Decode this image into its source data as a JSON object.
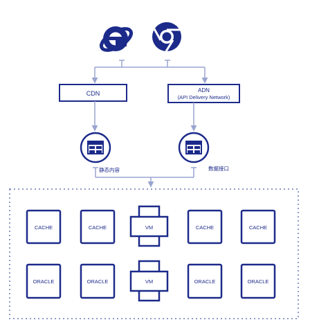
{
  "colors": {
    "primary": "#1c2a8a",
    "connector": "#9aa4d0",
    "dotted": "#8f99c8"
  },
  "browsers": [
    {
      "icon": "internet-explorer-icon"
    },
    {
      "icon": "chrome-icon"
    }
  ],
  "services": {
    "cdn": {
      "label": "CDN"
    },
    "adn": {
      "line1": "ADN",
      "line2": "(API Delivery Network)"
    }
  },
  "endpoints": {
    "static": {
      "icon": "database-icon",
      "label": "静态内容"
    },
    "api": {
      "icon": "database-icon",
      "label": "数据接口"
    }
  },
  "cluster": {
    "rows": [
      [
        "CACHE",
        "CACHE",
        "VM",
        "CACHE",
        "CACHE"
      ],
      [
        "ORACLE",
        "ORACLE",
        "VM",
        "ORACLE",
        "ORACLE"
      ]
    ]
  }
}
